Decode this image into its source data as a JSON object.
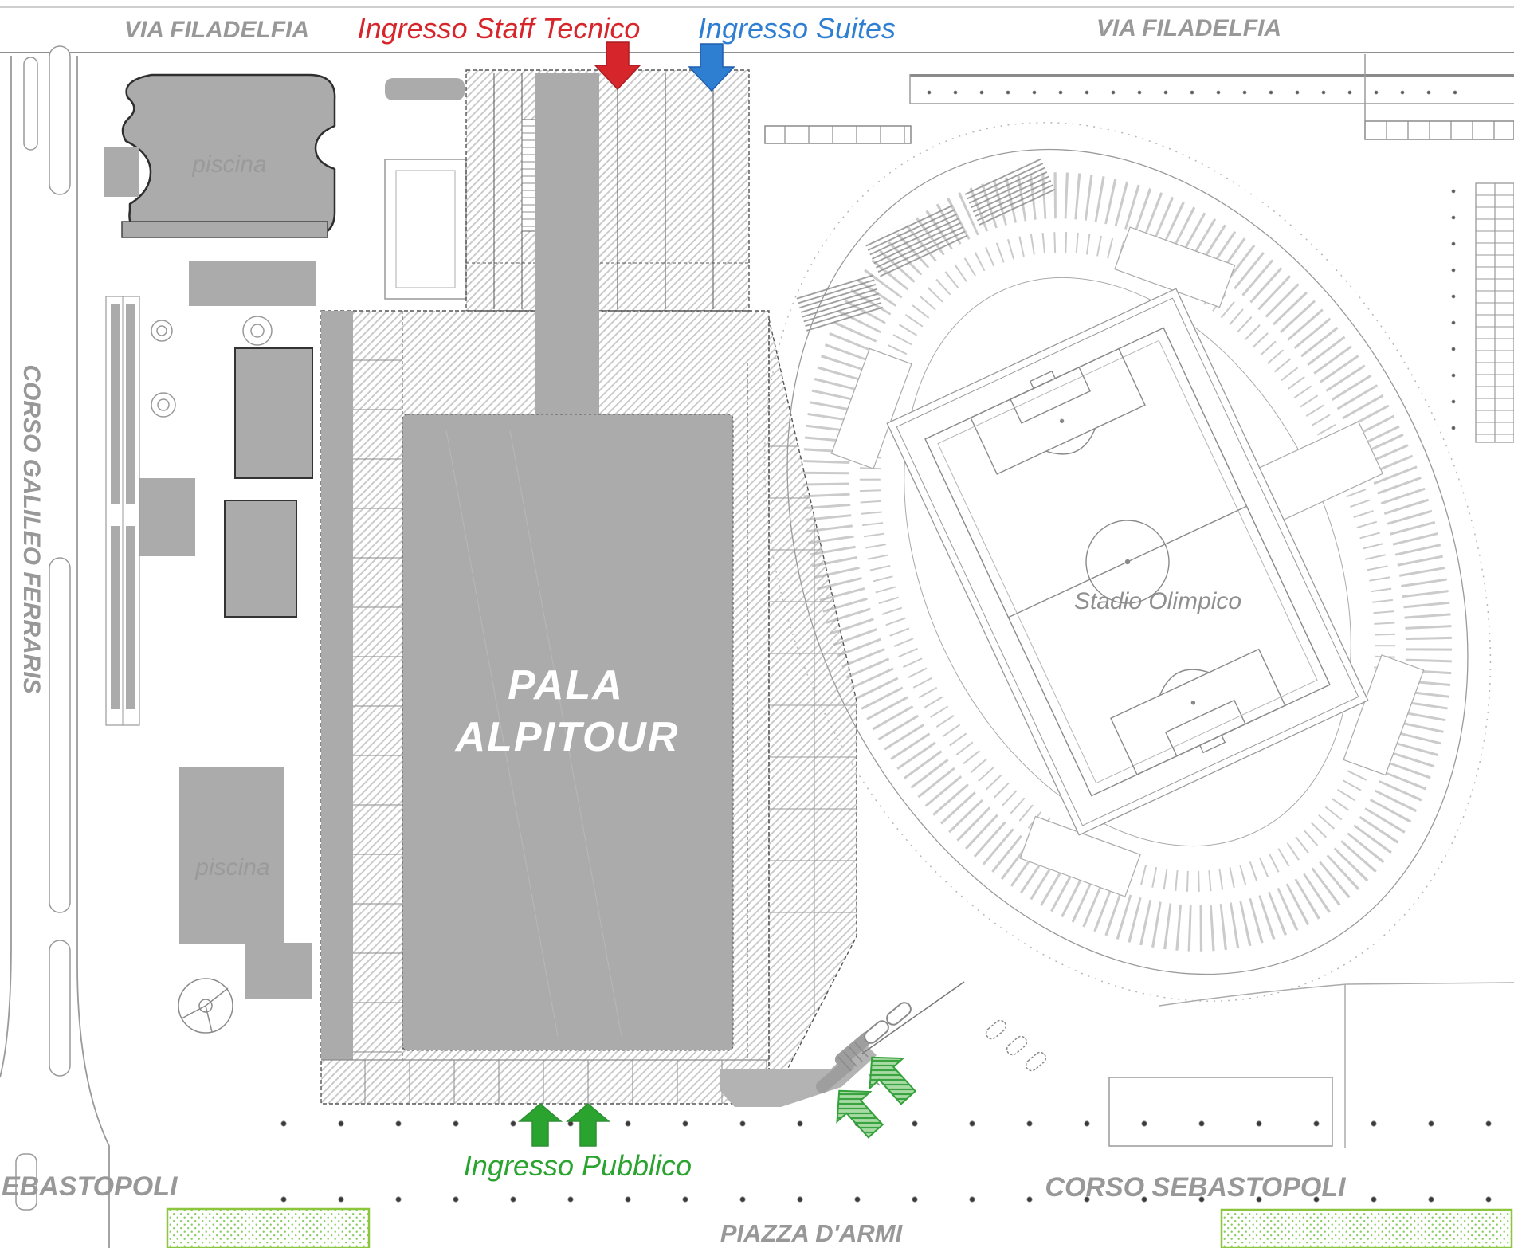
{
  "streets": {
    "via_filadelfia_west": "VIA FILADELFIA",
    "via_filadelfia_east": "VIA FILADELFIA",
    "corso_galileo_ferraris": "CORSO GALILEO FERRARIS",
    "corso_sebastopoli_west": "EBASTOPOLI",
    "corso_sebastopoli_east": "CORSO SEBASTOPOLI",
    "piazza_darmi": "PIAZZA D'ARMI",
    "label_color": "#989898"
  },
  "entrances": {
    "staff": {
      "label": "Ingresso Staff Tecnico",
      "color": "#d6252b"
    },
    "suites": {
      "label": "Ingresso Suites",
      "color": "#2e7fd1"
    },
    "public": {
      "label": "Ingresso Pubblico",
      "color": "#2aa32f"
    }
  },
  "buildings": {
    "arena_line1": "PALA",
    "arena_line2": "ALPITOUR",
    "arena_fill": "#ababab",
    "stadium": "Stadio Olimpico",
    "pool_north": "piscina",
    "pool_south": "piscina"
  },
  "legend_colors": {
    "hatch_gray": "#c6c6c6",
    "green_zone_border": "#8cc63f",
    "walkway_gray": "#b0b0b0"
  }
}
